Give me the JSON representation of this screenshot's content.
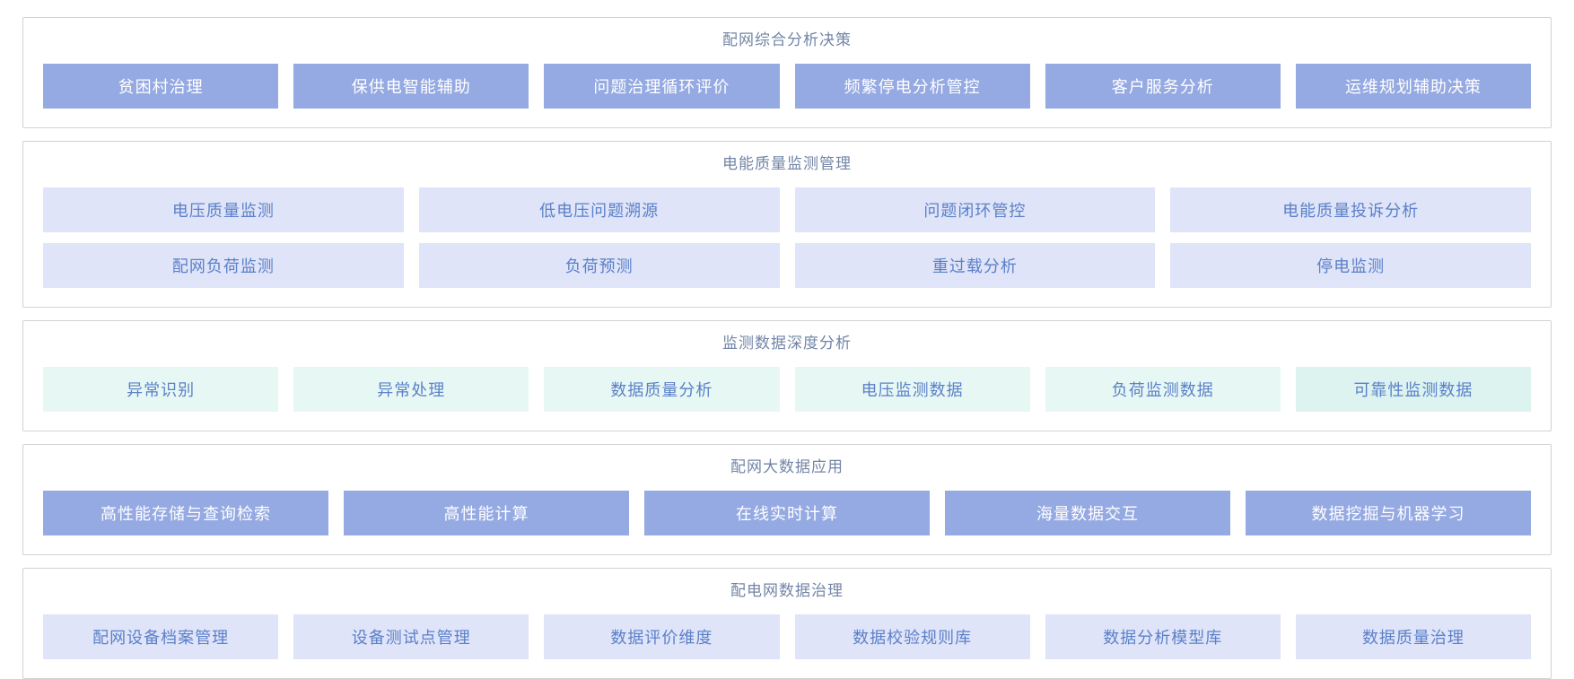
{
  "colors": {
    "panel_border": "#d2d2d2",
    "title_text": "#7285a6",
    "solid_button_bg": "#95a9e2",
    "solid_button_text": "#ffffff",
    "lavender_button_bg": "#dfe4f8",
    "mint_button_bg": "#e7f8f4",
    "mint_button_bg_alt": "#dcf3f0",
    "light_button_text": "#5b80c9"
  },
  "sections": [
    {
      "title": "配网综合分析决策",
      "style": "solid",
      "rows": [
        [
          "贫困村治理",
          "保供电智能辅助",
          "问题治理循环评价",
          "频繁停电分析管控",
          "客户服务分析",
          "运维规划辅助决策"
        ]
      ]
    },
    {
      "title": "电能质量监测管理",
      "style": "lavender",
      "rows": [
        [
          "电压质量监测",
          "低电压问题溯源",
          "问题闭环管控",
          "电能质量投诉分析"
        ],
        [
          "配网负荷监测",
          "负荷预测",
          "重过载分析",
          "停电监测"
        ]
      ]
    },
    {
      "title": "监测数据深度分析",
      "style": "mint",
      "rows": [
        [
          "异常识别",
          "异常处理",
          "数据质量分析",
          "电压监测数据",
          "负荷监测数据",
          "可靠性监测数据"
        ]
      ]
    },
    {
      "title": "配网大数据应用",
      "style": "solid",
      "rows": [
        [
          "高性能存储与查询检索",
          "高性能计算",
          "在线实时计算",
          "海量数据交互",
          "数据挖掘与机器学习"
        ]
      ]
    },
    {
      "title": "配电网数据治理",
      "style": "lavender",
      "rows": [
        [
          "配网设备档案管理",
          "设备测试点管理",
          "数据评价维度",
          "数据校验规则库",
          "数据分析模型库",
          "数据质量治理"
        ]
      ]
    }
  ]
}
